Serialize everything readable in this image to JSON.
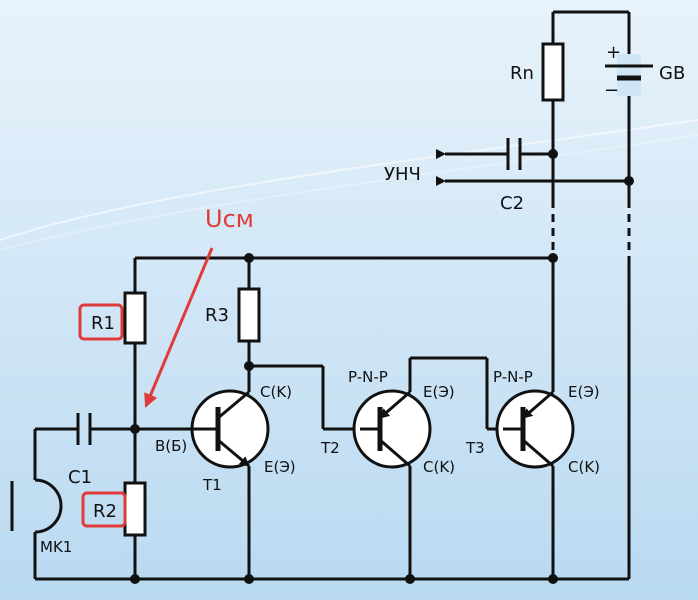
{
  "colors": {
    "background_top": "#e8f3fb",
    "background_bottom": "#b9d9f1",
    "wire": "#111111",
    "highlight": "#e03b3b"
  },
  "labels": {
    "ucm": "Uсм",
    "r1": "R1",
    "r2": "R2",
    "r3": "R3",
    "rn": "Rn",
    "c1": "C1",
    "c2": "C2",
    "mk1": "MK1",
    "gb": "GB",
    "gb_plus": "+",
    "gb_minus": "−",
    "unch": "УНЧ",
    "t1": "T1",
    "t2": "T2",
    "t3": "T3",
    "t1_base": "B(Б)",
    "t1_collector": "C(K)",
    "t1_emitter": "E(Э)",
    "t2_type": "P-N-P",
    "t2_emitter": "E(Э)",
    "t2_collector": "C(K)",
    "t3_type": "P-N-P",
    "t3_emitter": "E(Э)",
    "t3_collector": "C(K)"
  }
}
